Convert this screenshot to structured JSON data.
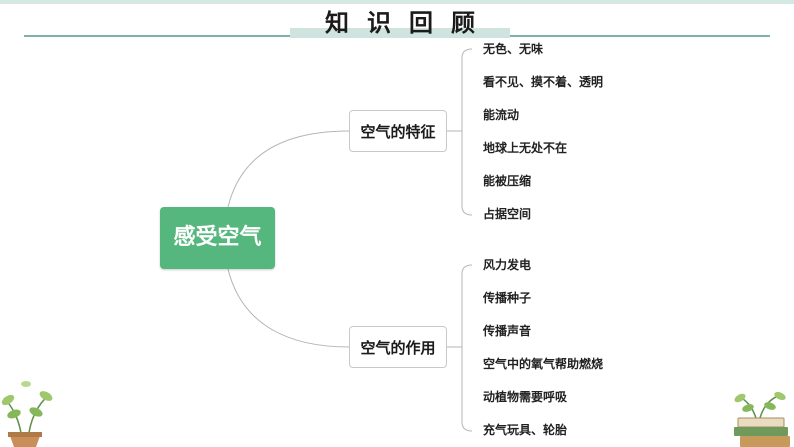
{
  "title": "知识回顾",
  "diagram": {
    "root": "感受空气",
    "branches": [
      {
        "label": "空气的特征",
        "leaves": [
          "无色、无味",
          "看不见、摸不着、透明",
          "能流动",
          "地球上无处不在",
          "能被压缩",
          "占据空间"
        ]
      },
      {
        "label": "空气的作用",
        "leaves": [
          "风力发电",
          "传播种子",
          "传播声音",
          "空气中的氧气帮助燃烧",
          "动植物需要呼吸",
          "充气玩具、轮胎"
        ]
      }
    ]
  },
  "colors": {
    "root_fill": "#55b67e",
    "connector": "#b5b5b5",
    "title_accent": "#cfe3df"
  },
  "decorations": [
    "plant-pot-icon",
    "book-stack-icon"
  ]
}
